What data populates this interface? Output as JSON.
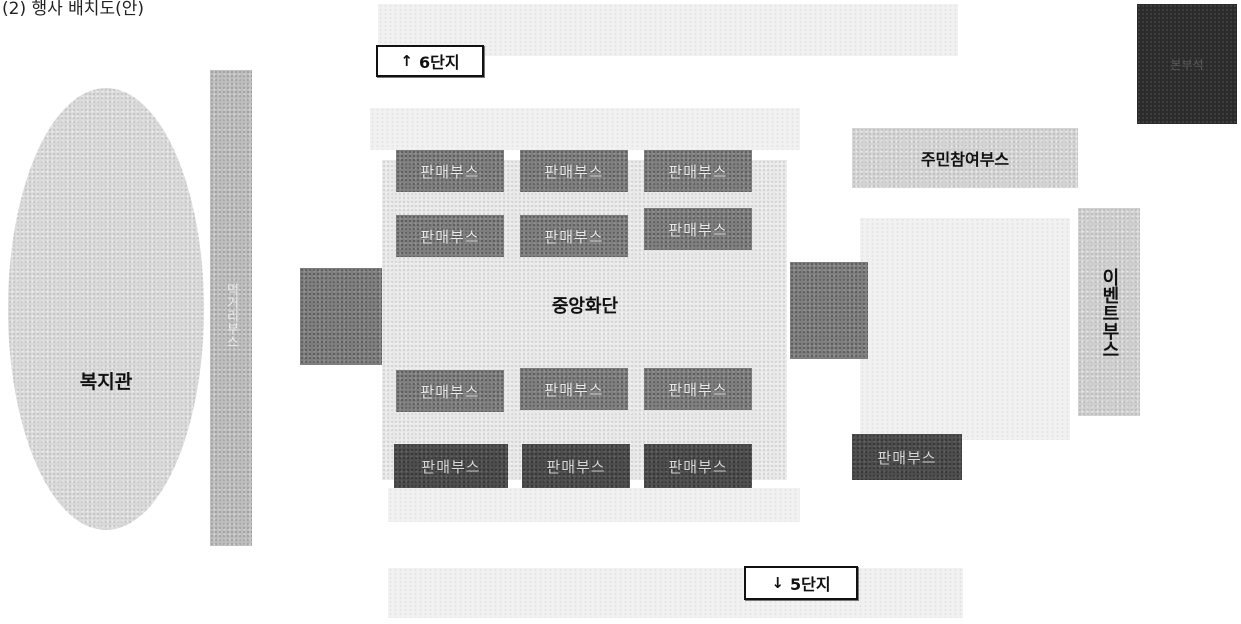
{
  "heading": "(2) 행사 배치도(안)",
  "labels": {
    "welfare_center": "복지관",
    "central_flower_bed": "중앙화단",
    "resident_booth": "주민참여부스",
    "event_booth": "이벤트부스",
    "long_booth": "먹거리부스",
    "corner_booth": "본부석"
  },
  "directions": {
    "up_label": "6단지",
    "down_label": "5단지"
  },
  "booths": {
    "row1": [
      "판매부스",
      "판매부스",
      "판매부스"
    ],
    "row2": [
      "판매부스",
      "판매부스",
      "판매부스"
    ],
    "row3": [
      "판매부스",
      "판매부스",
      "판매부스"
    ],
    "row4": [
      "판매부스",
      "판매부스",
      "판매부스"
    ],
    "right": "판매부스"
  },
  "colors": {
    "light_gray": "#d9d9d9",
    "mid_gray": "#7f7f7f",
    "dark_gray": "#4e4e4e",
    "black": "#2b2b2b"
  }
}
